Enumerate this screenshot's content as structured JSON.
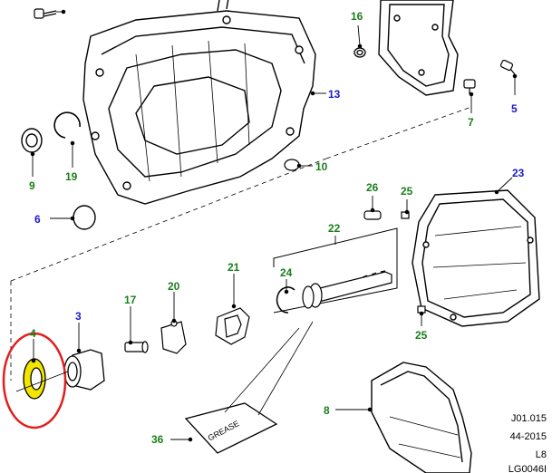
{
  "callouts": [
    {
      "id": "c16",
      "label": "16",
      "color": "#1a7f1a"
    },
    {
      "id": "c13",
      "label": "13",
      "color": "#1a1acc"
    },
    {
      "id": "c7",
      "label": "7",
      "color": "#1a7f1a"
    },
    {
      "id": "c5",
      "label": "5",
      "color": "#1a1acc"
    },
    {
      "id": "c9",
      "label": "9",
      "color": "#1a7f1a"
    },
    {
      "id": "c19",
      "label": "19",
      "color": "#1a7f1a"
    },
    {
      "id": "c10",
      "label": "10",
      "color": "#1a7f1a"
    },
    {
      "id": "c6",
      "label": "6",
      "color": "#1a1acc"
    },
    {
      "id": "c23",
      "label": "23",
      "color": "#1a1acc"
    },
    {
      "id": "c26",
      "label": "26",
      "color": "#1a7f1a"
    },
    {
      "id": "c25a",
      "label": "25",
      "color": "#1a7f1a"
    },
    {
      "id": "c22",
      "label": "22",
      "color": "#1a7f1a"
    },
    {
      "id": "c21",
      "label": "21",
      "color": "#1a7f1a"
    },
    {
      "id": "c24",
      "label": "24",
      "color": "#1a7f1a"
    },
    {
      "id": "c20",
      "label": "20",
      "color": "#1a7f1a"
    },
    {
      "id": "c17",
      "label": "17",
      "color": "#1a7f1a"
    },
    {
      "id": "c3",
      "label": "3",
      "color": "#1a1acc"
    },
    {
      "id": "c4",
      "label": "4",
      "color": "#1a7f1a"
    },
    {
      "id": "c25b",
      "label": "25",
      "color": "#1a7f1a"
    },
    {
      "id": "c8",
      "label": "8",
      "color": "#1a7f1a"
    },
    {
      "id": "c36",
      "label": "36",
      "color": "#1a7f1a"
    }
  ],
  "bag_text": "GREASE",
  "reference": {
    "line1": "J01.015",
    "line2": "44-2015",
    "line3": "L8",
    "line4": "LG0046I"
  },
  "highlight": {
    "part": "4",
    "ring_color": "#e02020",
    "fill_color": "#f2e600"
  }
}
